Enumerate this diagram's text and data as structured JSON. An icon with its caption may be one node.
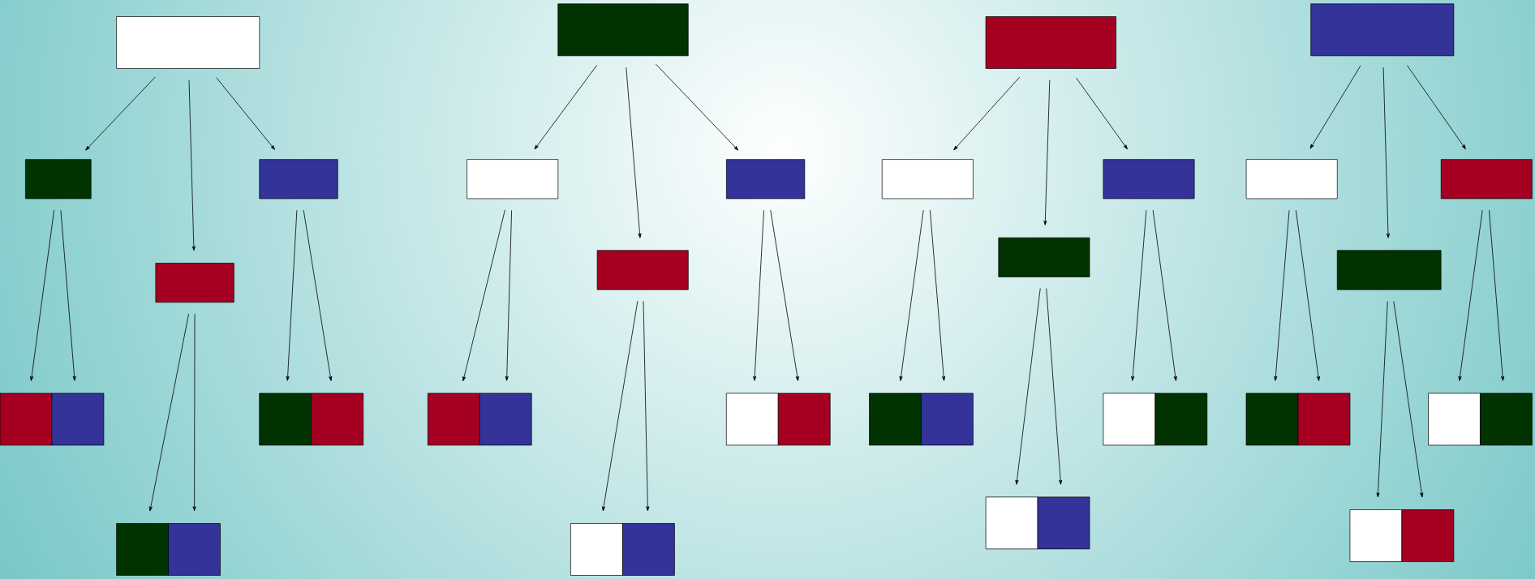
{
  "diagram": {
    "nodes": [
      {
        "text": [],
        "shape": "box"
      },
      {
        "text": [],
        "shape": "box"
      },
      {
        "text": [],
        "shape": "box"
      },
      {
        "text": [],
        "shape": "box"
      },
      {
        "text": [],
        "shape": "box"
      },
      {
        "text": [],
        "shape": "box"
      },
      {
        "text": [],
        "shape": "box"
      },
      {
        "text": [],
        "shape": "box"
      },
      {
        "text": [],
        "shape": "box"
      },
      {
        "text": [],
        "shape": "box"
      },
      {
        "text": [],
        "shape": "box"
      },
      {
        "text": [],
        "shape": "box"
      },
      {
        "text": [],
        "shape": "box"
      },
      {
        "text": [],
        "shape": "box"
      },
      {
        "text": [],
        "shape": "box"
      },
      {
        "text": [],
        "shape": "box"
      },
      {
        "text": [],
        "shape": "box"
      },
      {
        "text": [],
        "shape": "box"
      },
      {
        "text": [],
        "shape": "box"
      },
      {
        "text": [],
        "shape": "box"
      },
      {
        "text": [],
        "shape": "box"
      },
      {
        "text": [],
        "shape": "box"
      },
      {
        "text": [],
        "shape": "box"
      },
      {
        "text": [],
        "shape": "box"
      },
      {
        "text": [],
        "shape": "box"
      },
      {
        "text": [],
        "shape": "box"
      },
      {
        "text": [],
        "shape": "box"
      },
      {
        "text": [],
        "shape": "box"
      },
      {
        "text": [],
        "shape": "box"
      },
      {
        "text": [],
        "shape": "box"
      },
      {
        "text": [],
        "shape": "box"
      },
      {
        "text": [],
        "shape": "box"
      },
      {
        "text": [],
        "shape": "box"
      },
      {
        "text": [],
        "shape": "box"
      },
      {
        "text": [],
        "shape": "box"
      },
      {
        "text": [],
        "shape": "box"
      },
      {
        "text": [],
        "shape": "box"
      },
      {
        "text": [],
        "shape": "box"
      },
      {
        "text": [],
        "shape": "box"
      },
      {
        "text": [],
        "shape": "box"
      }
    ],
    "edges": [
      {
        "from": 0,
        "to": 1,
        "arrow": "to"
      },
      {
        "from": 0,
        "to": 2,
        "arrow": "to"
      },
      {
        "from": 0,
        "to": 3,
        "arrow": "to"
      },
      {
        "from": 1,
        "to": 4,
        "arrow": "to"
      },
      {
        "from": 1,
        "to": 5,
        "arrow": "to"
      },
      {
        "from": 3,
        "to": 6,
        "arrow": "to"
      },
      {
        "from": 3,
        "to": 7,
        "arrow": "to"
      },
      {
        "from": 2,
        "to": 8,
        "arrow": "to"
      },
      {
        "from": 2,
        "to": 9,
        "arrow": "to"
      },
      {
        "from": 10,
        "to": 11,
        "arrow": "to"
      },
      {
        "from": 10,
        "to": 12,
        "arrow": "to"
      },
      {
        "from": 10,
        "to": 13,
        "arrow": "to"
      },
      {
        "from": 11,
        "to": 14,
        "arrow": "to"
      },
      {
        "from": 11,
        "to": 15,
        "arrow": "to"
      },
      {
        "from": 13,
        "to": 16,
        "arrow": "to"
      },
      {
        "from": 13,
        "to": 17,
        "arrow": "to"
      },
      {
        "from": 12,
        "to": 18,
        "arrow": "to"
      },
      {
        "from": 12,
        "to": 19,
        "arrow": "to"
      },
      {
        "from": 20,
        "to": 21,
        "arrow": "to"
      },
      {
        "from": 20,
        "to": 22,
        "arrow": "to"
      },
      {
        "from": 20,
        "to": 23,
        "arrow": "to"
      },
      {
        "from": 21,
        "to": 24,
        "arrow": "to"
      },
      {
        "from": 21,
        "to": 25,
        "arrow": "to"
      },
      {
        "from": 23,
        "to": 26,
        "arrow": "to"
      },
      {
        "from": 23,
        "to": 27,
        "arrow": "to"
      },
      {
        "from": 22,
        "to": 28,
        "arrow": "to"
      },
      {
        "from": 22,
        "to": 29,
        "arrow": "to"
      },
      {
        "from": 30,
        "to": 31,
        "arrow": "to"
      },
      {
        "from": 30,
        "to": 32,
        "arrow": "to"
      },
      {
        "from": 30,
        "to": 33,
        "arrow": "to"
      },
      {
        "from": 31,
        "to": 34,
        "arrow": "to"
      },
      {
        "from": 31,
        "to": 35,
        "arrow": "to"
      },
      {
        "from": 33,
        "to": 36,
        "arrow": "to"
      },
      {
        "from": 33,
        "to": 37,
        "arrow": "to"
      },
      {
        "from": 32,
        "to": 38,
        "arrow": "to"
      },
      {
        "from": 32,
        "to": 39,
        "arrow": "to"
      }
    ]
  }
}
